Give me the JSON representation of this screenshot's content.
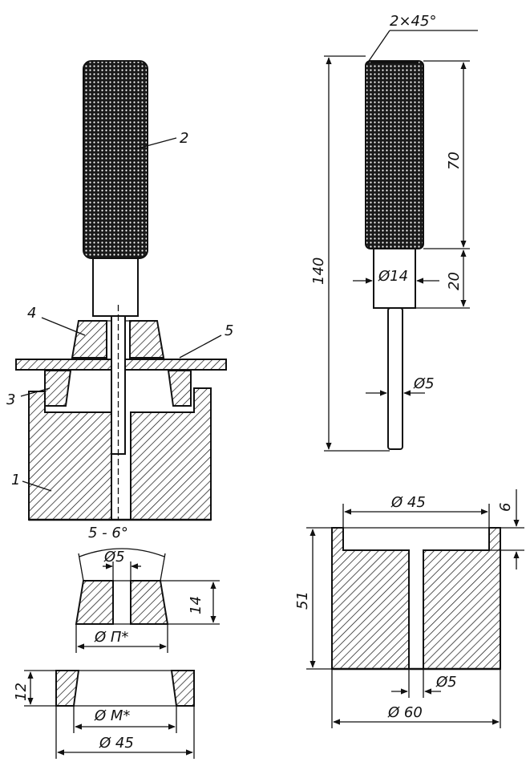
{
  "colors": {
    "ink": "#111111",
    "paper": "#ffffff"
  },
  "parts": {
    "p1": "1",
    "p2": "2",
    "p3": "3",
    "p4": "4",
    "p5": "5"
  },
  "dims": {
    "chamfer": "2×45°",
    "d_total": "140",
    "d_handle": "70",
    "d_collar": "20",
    "dia_collar": "Ø14",
    "dia_rod": "Ø5",
    "taper": "5 - 6°",
    "cone_hole": "Ø5",
    "cone_h": "14",
    "cone_base": "Ø П*",
    "ring_h": "12",
    "ring_inner": "Ø М*",
    "ring_outer": "Ø 45",
    "base_recess": "Ø 45",
    "base_recess_depth": "6",
    "base_h": "51",
    "base_hole": "Ø5",
    "base_outer": "Ø 60"
  }
}
